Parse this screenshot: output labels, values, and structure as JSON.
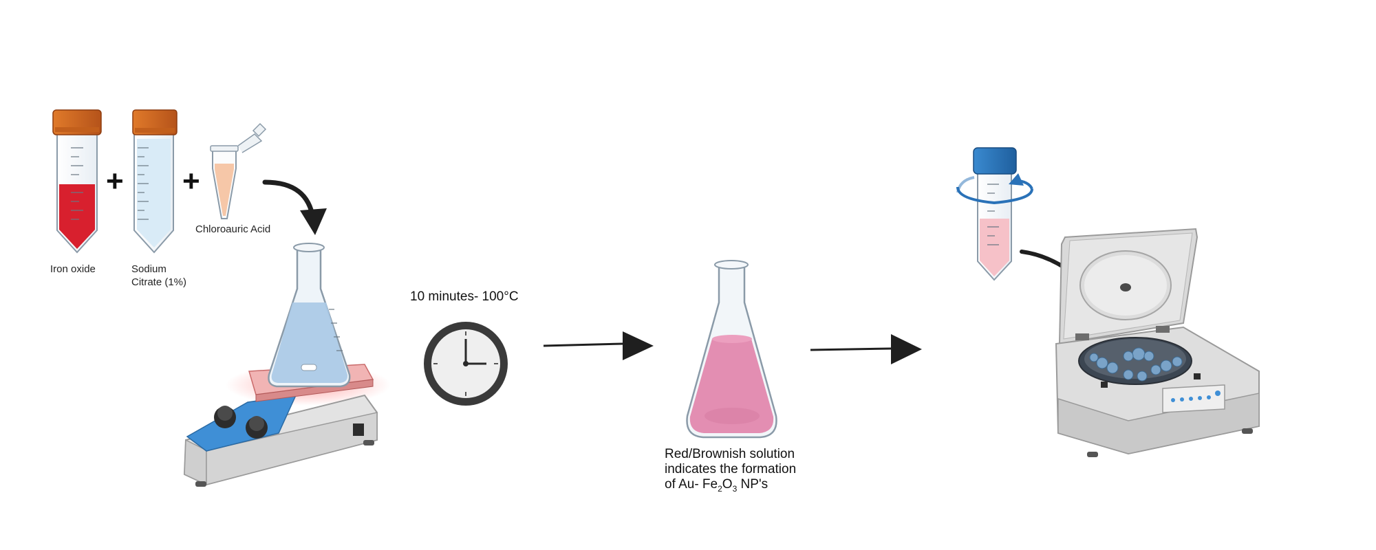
{
  "labels": {
    "iron_oxide": "Iron oxide",
    "sodium_citrate_line1": "Sodium",
    "sodium_citrate_line2": "Citrate (1%)",
    "chloroauric_acid": "Chloroauric Acid",
    "time_temp": "10 minutes- 100°C",
    "result_line1": "Red/Brownish solution",
    "result_line2": "indicates the formation",
    "result_line3_prefix": "of Au- Fe",
    "result_sub1": "2",
    "result_mid": "O",
    "result_sub2": "3",
    "result_suffix": " NP's",
    "plus": "+"
  },
  "icons": {
    "iron_oxide_tube": "falcon-tube-red-icon",
    "sodium_citrate_tube": "falcon-tube-empty-icon",
    "chloroauric_tube": "eppendorf-tube-icon",
    "hotplate": "hotplate-stirrer-icon",
    "flask_heating": "erlenmeyer-flask-blue-icon",
    "clock": "clock-icon",
    "flask_result": "erlenmeyer-flask-pink-icon",
    "centrifuge_tube": "falcon-tube-blue-cap-icon",
    "centrifuge": "centrifuge-icon"
  },
  "colors": {
    "iron_oxide_liquid": "#d8202e",
    "tube_cap_orange": "#d2691e",
    "chloroauric_liquid": "#f6c7a8",
    "flask_blue": "#a9c9e6",
    "result_pink": "#e38eb2",
    "hotplate_panel": "#3f8fd6",
    "hotplate_top": "#e58a8a",
    "cap_blue": "#2a72b8",
    "centrifuge_body": "#d9d9d9",
    "arrow": "#1f1f1f"
  }
}
